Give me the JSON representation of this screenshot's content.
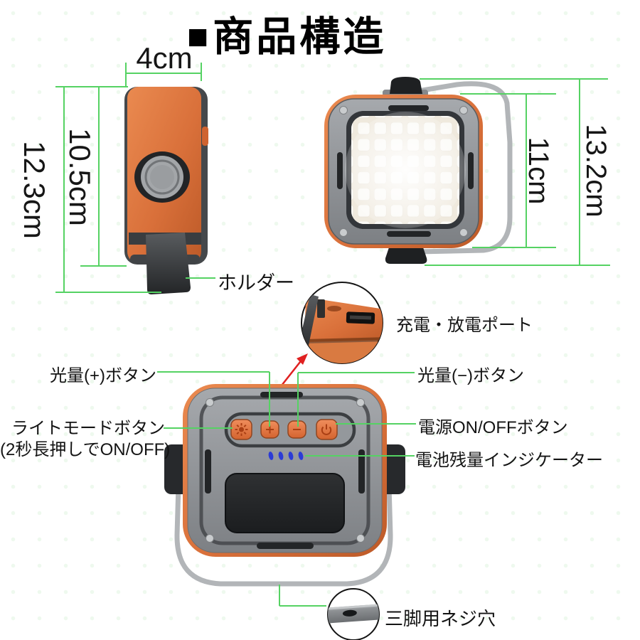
{
  "title": {
    "marker": "■",
    "text": "商品構造"
  },
  "dimensions": {
    "side_width": "4cm",
    "side_height_total": "12.3cm",
    "side_height_body": "10.5cm",
    "front_height_body": "11cm",
    "front_height_total": "13.2cm"
  },
  "labels": {
    "holder": "ホルダー",
    "charge_port": "充電・放電ポート",
    "brightness_plus": "光量(+)ボタン",
    "brightness_minus": "光量(−)ボタン",
    "light_mode": "ライトモードボタン",
    "light_mode_note": "(2秒長押しでON/OFF)",
    "power": "電源ON/OFFボタン",
    "battery_indicator": "電池残量インジケーター",
    "tripod_hole": "三脚用ネジ穴"
  },
  "colors": {
    "dimension_green": "#55d263",
    "device_orange": "#d9703a",
    "arrow_red": "#e02020",
    "led_blue": "#2b3bd6"
  }
}
